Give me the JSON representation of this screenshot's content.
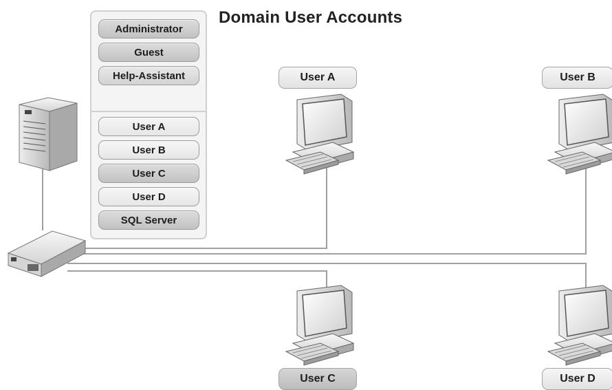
{
  "title": "Domain User Accounts",
  "accounts": {
    "builtin": [
      "Administrator",
      "Guest",
      "Help-Assistant"
    ],
    "users": [
      "User A",
      "User B",
      "User C",
      "User D",
      "SQL Server"
    ]
  },
  "computers": {
    "user_a": "User A",
    "user_b": "User B",
    "user_c": "User C",
    "user_d": "User D"
  },
  "colors": {
    "line": "#9a9a9a",
    "pill_dark": "#c8c8c8",
    "pill_light": "#ececec"
  }
}
